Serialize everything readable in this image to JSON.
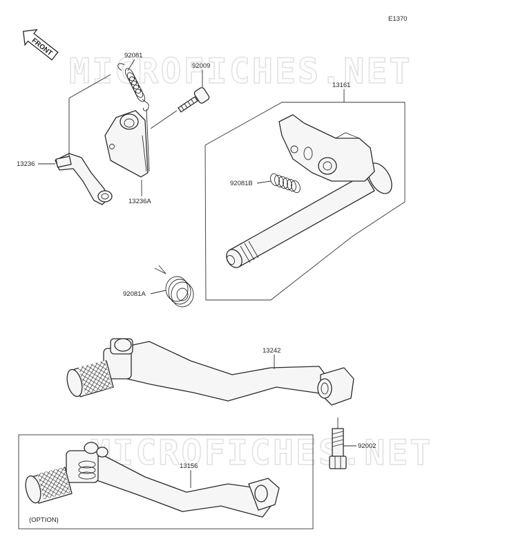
{
  "diagram_code": "E1370",
  "front_badge": "FRONT",
  "watermark": "MICROFICHES.NET",
  "option_label": "(OPTION)",
  "parts": {
    "p92081": "92081",
    "p92009": "92009",
    "p13161": "13161",
    "p13236": "13236",
    "p13236a": "13236A",
    "p92081b": "92081B",
    "p92081a": "92081A",
    "p13242": "13242",
    "p92002": "92002",
    "p13156": "13156"
  },
  "colors": {
    "line": "#2a2a2a",
    "watermark": "#e2e2e2",
    "background": "#ffffff"
  }
}
